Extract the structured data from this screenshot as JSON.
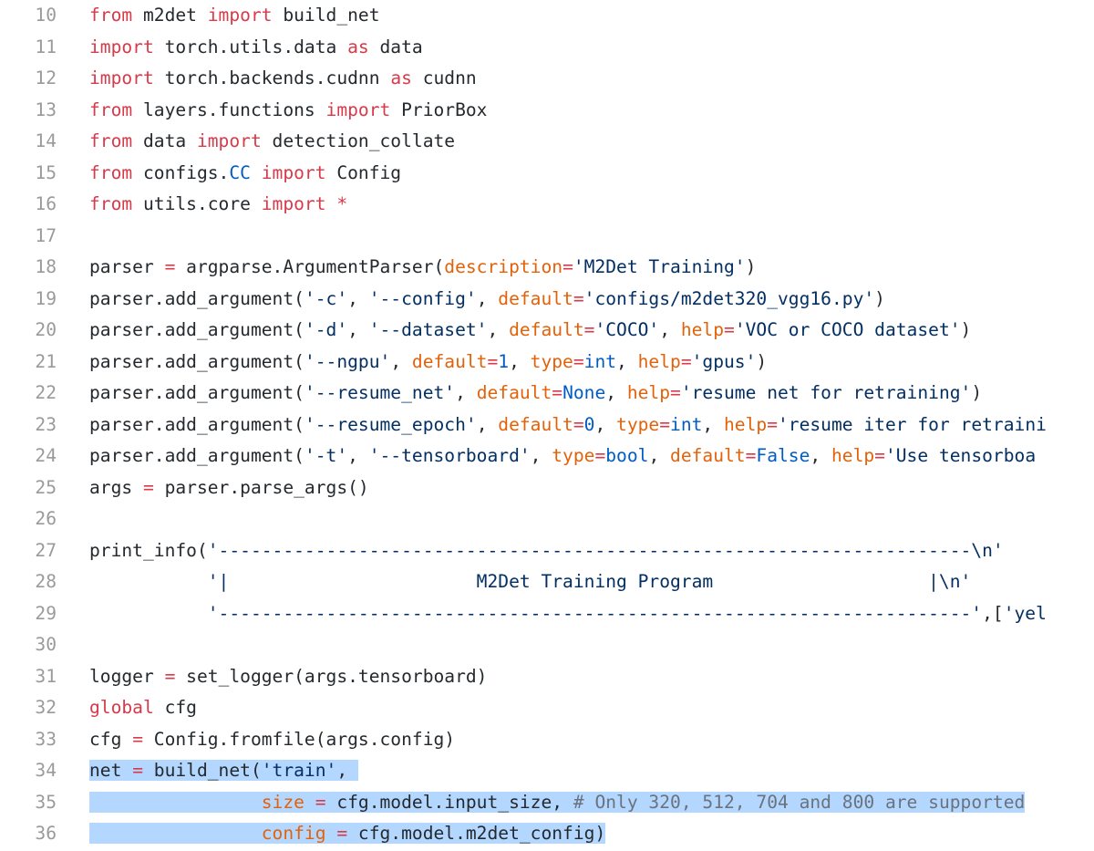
{
  "editor": {
    "lines": [
      {
        "n": "10",
        "tokens": [
          [
            "from",
            "kw"
          ],
          [
            " m2det ",
            ""
          ],
          [
            "import",
            "kw"
          ],
          [
            " build_net",
            ""
          ]
        ]
      },
      {
        "n": "11",
        "tokens": [
          [
            "import",
            "kw"
          ],
          [
            " torch.utils.data ",
            ""
          ],
          [
            "as",
            "kw"
          ],
          [
            " data",
            ""
          ]
        ]
      },
      {
        "n": "12",
        "tokens": [
          [
            "import",
            "kw"
          ],
          [
            " torch.backends.cudnn ",
            ""
          ],
          [
            "as",
            "kw"
          ],
          [
            " cudnn",
            ""
          ]
        ]
      },
      {
        "n": "13",
        "tokens": [
          [
            "from",
            "kw"
          ],
          [
            " layers.functions ",
            ""
          ],
          [
            "import",
            "kw"
          ],
          [
            " PriorBox",
            ""
          ]
        ]
      },
      {
        "n": "14",
        "tokens": [
          [
            "from",
            "kw"
          ],
          [
            " data ",
            ""
          ],
          [
            "import",
            "kw"
          ],
          [
            " detection_collate",
            ""
          ]
        ]
      },
      {
        "n": "15",
        "tokens": [
          [
            "from",
            "kw"
          ],
          [
            " configs.",
            ""
          ],
          [
            "CC",
            "bi"
          ],
          [
            " ",
            ""
          ],
          [
            "import",
            "kw"
          ],
          [
            " Config",
            ""
          ]
        ]
      },
      {
        "n": "16",
        "tokens": [
          [
            "from",
            "kw"
          ],
          [
            " utils.core ",
            ""
          ],
          [
            "import",
            "kw"
          ],
          [
            " ",
            ""
          ],
          [
            "*",
            "op"
          ]
        ]
      },
      {
        "n": "17",
        "tokens": []
      },
      {
        "n": "18",
        "tokens": [
          [
            "parser ",
            ""
          ],
          [
            "=",
            "op"
          ],
          [
            " argparse.ArgumentParser(",
            ""
          ],
          [
            "description",
            "kv"
          ],
          [
            "=",
            "op"
          ],
          [
            "'M2Det Training'",
            "st"
          ],
          [
            ")",
            ""
          ]
        ]
      },
      {
        "n": "19",
        "tokens": [
          [
            "parser.add_argument(",
            ""
          ],
          [
            "'-c'",
            "st"
          ],
          [
            ", ",
            ""
          ],
          [
            "'--config'",
            "st"
          ],
          [
            ", ",
            ""
          ],
          [
            "default",
            "kv"
          ],
          [
            "=",
            "op"
          ],
          [
            "'configs/m2det320_vgg16.py'",
            "st"
          ],
          [
            ")",
            ""
          ]
        ]
      },
      {
        "n": "20",
        "tokens": [
          [
            "parser.add_argument(",
            ""
          ],
          [
            "'-d'",
            "st"
          ],
          [
            ", ",
            ""
          ],
          [
            "'--dataset'",
            "st"
          ],
          [
            ", ",
            ""
          ],
          [
            "default",
            "kv"
          ],
          [
            "=",
            "op"
          ],
          [
            "'COCO'",
            "st"
          ],
          [
            ", ",
            ""
          ],
          [
            "help",
            "kv"
          ],
          [
            "=",
            "op"
          ],
          [
            "'VOC or COCO dataset'",
            "st"
          ],
          [
            ")",
            ""
          ]
        ]
      },
      {
        "n": "21",
        "tokens": [
          [
            "parser.add_argument(",
            ""
          ],
          [
            "'--ngpu'",
            "st"
          ],
          [
            ", ",
            ""
          ],
          [
            "default",
            "kv"
          ],
          [
            "=",
            "op"
          ],
          [
            "1",
            "bi"
          ],
          [
            ", ",
            ""
          ],
          [
            "type",
            "kv"
          ],
          [
            "=",
            "op"
          ],
          [
            "int",
            "bi"
          ],
          [
            ", ",
            ""
          ],
          [
            "help",
            "kv"
          ],
          [
            "=",
            "op"
          ],
          [
            "'gpus'",
            "st"
          ],
          [
            ")",
            ""
          ]
        ]
      },
      {
        "n": "22",
        "tokens": [
          [
            "parser.add_argument(",
            ""
          ],
          [
            "'--resume_net'",
            "st"
          ],
          [
            ", ",
            ""
          ],
          [
            "default",
            "kv"
          ],
          [
            "=",
            "op"
          ],
          [
            "None",
            "bi"
          ],
          [
            ", ",
            ""
          ],
          [
            "help",
            "kv"
          ],
          [
            "=",
            "op"
          ],
          [
            "'resume net for retraining'",
            "st"
          ],
          [
            ")",
            ""
          ]
        ]
      },
      {
        "n": "23",
        "tokens": [
          [
            "parser.add_argument(",
            ""
          ],
          [
            "'--resume_epoch'",
            "st"
          ],
          [
            ", ",
            ""
          ],
          [
            "default",
            "kv"
          ],
          [
            "=",
            "op"
          ],
          [
            "0",
            "bi"
          ],
          [
            ", ",
            ""
          ],
          [
            "type",
            "kv"
          ],
          [
            "=",
            "op"
          ],
          [
            "int",
            "bi"
          ],
          [
            ", ",
            ""
          ],
          [
            "help",
            "kv"
          ],
          [
            "=",
            "op"
          ],
          [
            "'resume iter for retraini",
            "st"
          ]
        ]
      },
      {
        "n": "24",
        "tokens": [
          [
            "parser.add_argument(",
            ""
          ],
          [
            "'-t'",
            "st"
          ],
          [
            ", ",
            ""
          ],
          [
            "'--tensorboard'",
            "st"
          ],
          [
            ", ",
            ""
          ],
          [
            "type",
            "kv"
          ],
          [
            "=",
            "op"
          ],
          [
            "bool",
            "bi"
          ],
          [
            ", ",
            ""
          ],
          [
            "default",
            "kv"
          ],
          [
            "=",
            "op"
          ],
          [
            "False",
            "bi"
          ],
          [
            ", ",
            ""
          ],
          [
            "help",
            "kv"
          ],
          [
            "=",
            "op"
          ],
          [
            "'Use tensorboa",
            "st"
          ]
        ]
      },
      {
        "n": "25",
        "tokens": [
          [
            "args ",
            ""
          ],
          [
            "=",
            "op"
          ],
          [
            " parser.parse_args()",
            ""
          ]
        ]
      },
      {
        "n": "26",
        "tokens": []
      },
      {
        "n": "27",
        "tokens": [
          [
            "print_info(",
            ""
          ],
          [
            "'----------------------------------------------------------------------\\n'",
            "st"
          ]
        ]
      },
      {
        "n": "28",
        "tokens": [
          [
            "           ",
            ""
          ],
          [
            "'|                       M2Det Training Program                    |\\n'",
            "st"
          ]
        ]
      },
      {
        "n": "29",
        "tokens": [
          [
            "           ",
            ""
          ],
          [
            "'----------------------------------------------------------------------'",
            "st"
          ],
          [
            ",[",
            ""
          ],
          [
            "'yel",
            "st"
          ]
        ]
      },
      {
        "n": "30",
        "tokens": []
      },
      {
        "n": "31",
        "tokens": [
          [
            "logger ",
            ""
          ],
          [
            "=",
            "op"
          ],
          [
            " set_logger(args.tensorboard)",
            ""
          ]
        ]
      },
      {
        "n": "32",
        "tokens": [
          [
            "global",
            "kw"
          ],
          [
            " cfg",
            ""
          ]
        ]
      },
      {
        "n": "33",
        "tokens": [
          [
            "cfg ",
            ""
          ],
          [
            "=",
            "op"
          ],
          [
            " Config.fromfile(args.config)",
            ""
          ]
        ]
      },
      {
        "n": "34",
        "tokens": [
          [
            "net ",
            ""
          ],
          [
            "=",
            "op"
          ],
          [
            " build_net(",
            ""
          ],
          [
            "'train'",
            "st"
          ],
          [
            ", ",
            ""
          ]
        ],
        "selected": true
      },
      {
        "n": "35",
        "tokens": [
          [
            "                ",
            ""
          ],
          [
            "size",
            "kv"
          ],
          [
            " ",
            ""
          ],
          [
            "=",
            "op"
          ],
          [
            " cfg.model.input_size, ",
            ""
          ],
          [
            "# Only 320, 512, 704 and 800 are supported",
            "cm"
          ]
        ],
        "selected": true
      },
      {
        "n": "36",
        "tokens": [
          [
            "                ",
            ""
          ],
          [
            "config",
            "kv"
          ],
          [
            " ",
            ""
          ],
          [
            "=",
            "op"
          ],
          [
            " cfg.model.m2det_config)",
            ""
          ]
        ],
        "selected": true
      }
    ]
  }
}
